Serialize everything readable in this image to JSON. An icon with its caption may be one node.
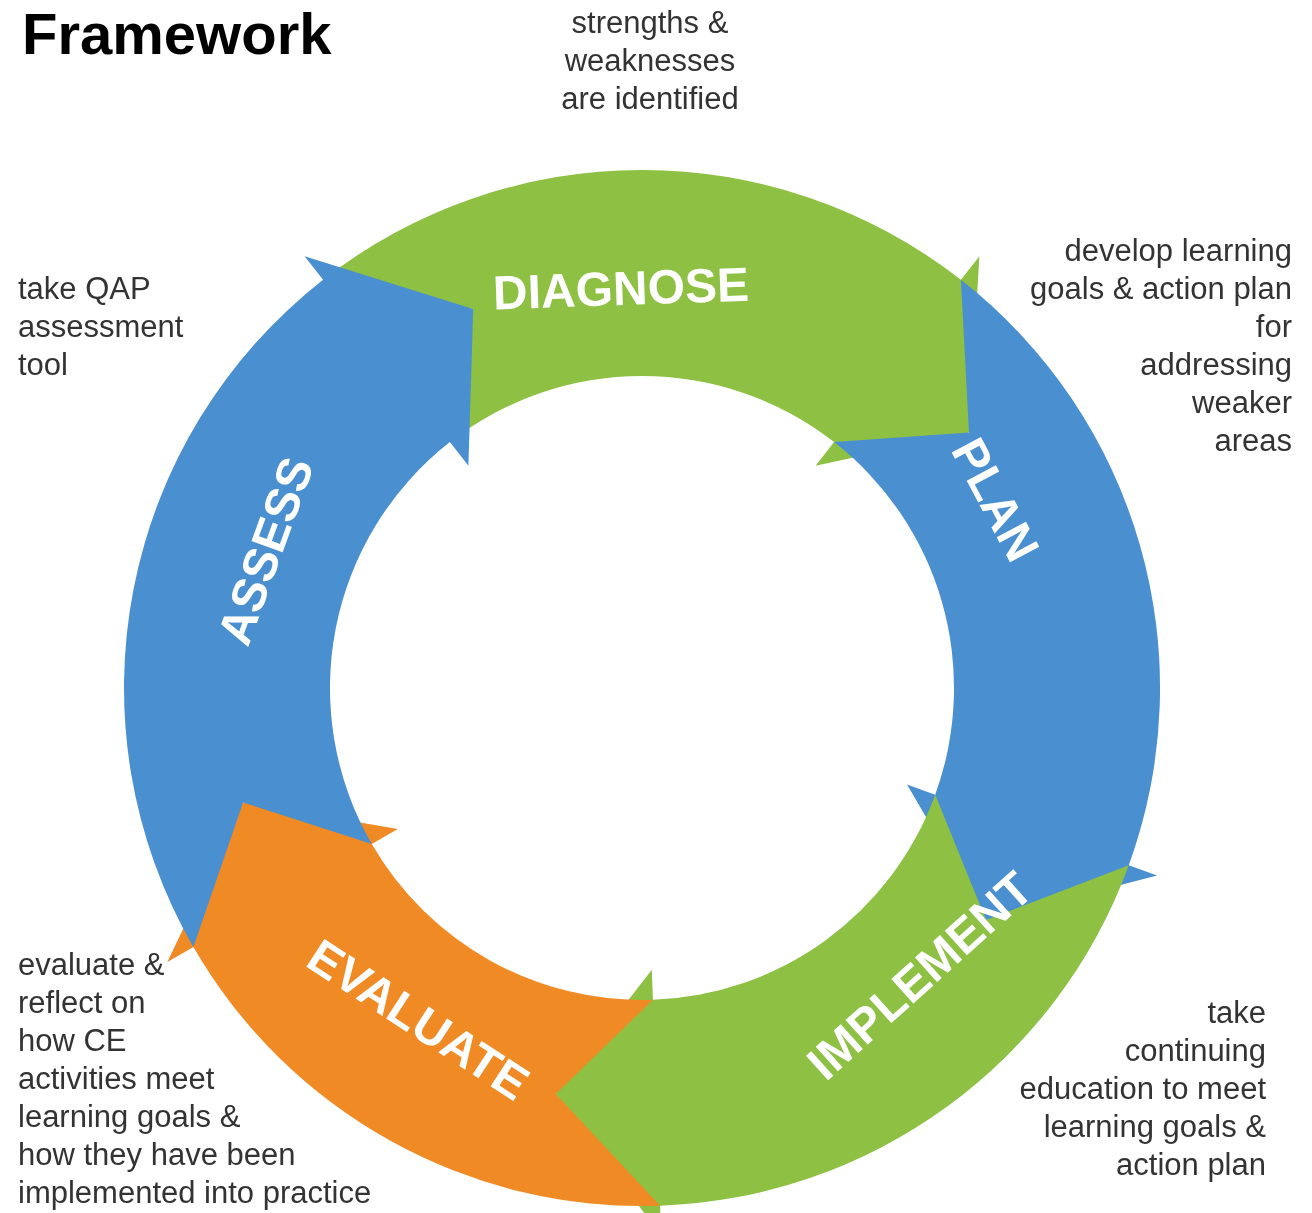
{
  "diagram": {
    "title": "Framework",
    "nodes": [
      {
        "text": [
          "DIAGNOSE"
        ]
      },
      {
        "text": [
          "PLAN"
        ]
      },
      {
        "text": [
          "IMPLEMENT"
        ]
      },
      {
        "text": [
          "EVALUATE"
        ]
      },
      {
        "text": [
          "ASSESS"
        ]
      }
    ],
    "labels": [
      "strengths & weaknesses are identified",
      "develop learning goals & action plan for addressing weaker areas",
      "take QAP assessment tool",
      "evaluate & reflect on how CE activities meet learning goals & how they have been implemented into practice",
      "take continuing education to meet learning goals & action plan"
    ]
  }
}
